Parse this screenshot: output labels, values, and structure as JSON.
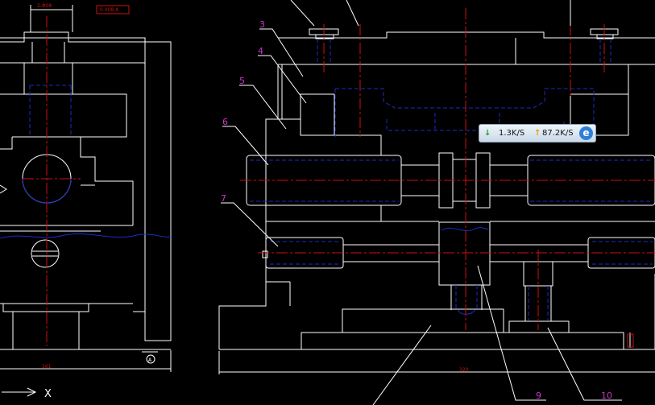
{
  "callouts": [
    {
      "id": "3",
      "text": "3"
    },
    {
      "id": "4",
      "text": "4"
    },
    {
      "id": "5",
      "text": "5"
    },
    {
      "id": "6",
      "text": "6"
    },
    {
      "id": "7",
      "text": "7"
    },
    {
      "id": "9",
      "text": "9"
    },
    {
      "id": "10",
      "text": "10"
    }
  ],
  "dimensions": {
    "top_left_dim": "2-Φ08",
    "top_left_tag": "0.008 A",
    "bottom_left": "161",
    "bottom_center": "320",
    "datum_label": "A"
  },
  "ucs": {
    "x_label": "X"
  },
  "net_speed": {
    "download": "1.3K/S",
    "upload": "87.2K/S",
    "icon": "internet-explorer-icon"
  },
  "colors": {
    "background": "#000000",
    "outline": "#ffffff",
    "centerline": "#cc1111",
    "hidden": "#1a2cc8",
    "callout": "#cc33cc"
  }
}
